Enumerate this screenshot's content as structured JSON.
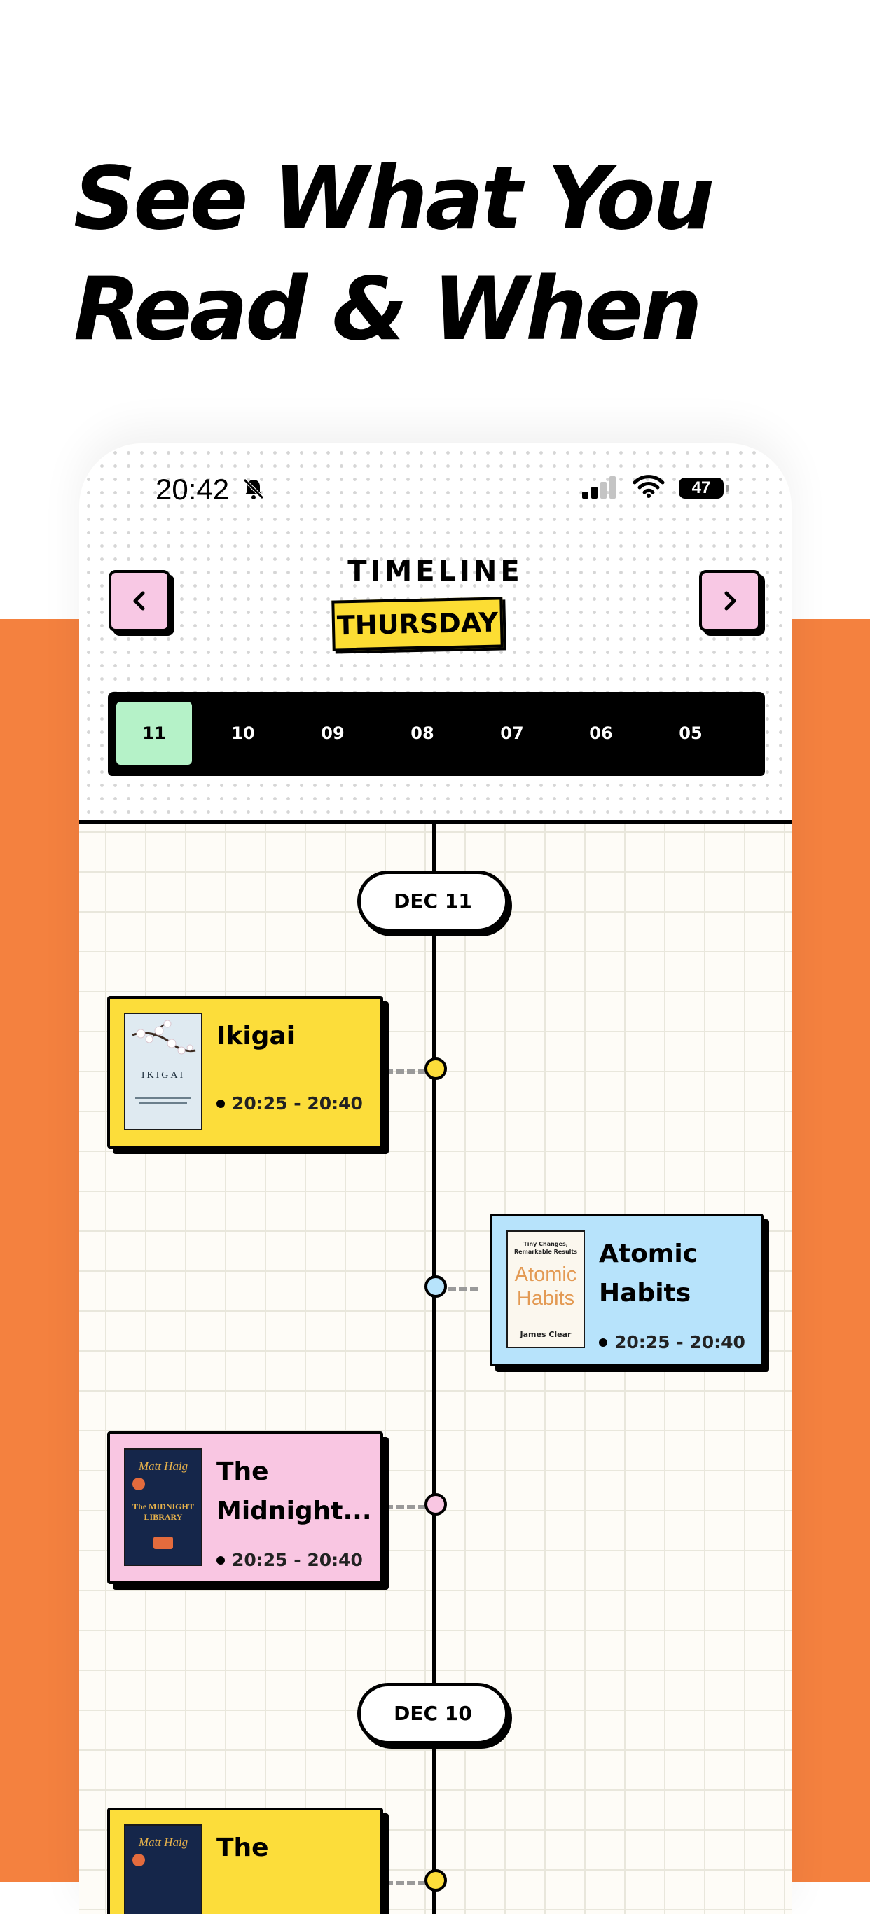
{
  "headline": {
    "line1": "See What You",
    "line2": "Read & When"
  },
  "status_bar": {
    "time": "20:42",
    "battery": "47",
    "icons": [
      "bell-slash-icon",
      "signal-icon",
      "wifi-icon",
      "battery-icon"
    ]
  },
  "header": {
    "title": "TIMELINE",
    "day": "THURSDAY",
    "prev_icon": "chevron-left-icon",
    "next_icon": "chevron-right-icon"
  },
  "date_strip": {
    "selected": "11",
    "dates": [
      "11",
      "10",
      "09",
      "08",
      "07",
      "06",
      "05"
    ]
  },
  "timeline": {
    "groups": [
      {
        "date": "DEC 11",
        "entries": [
          {
            "title": "Ikigai",
            "time": "20:25 - 20:40",
            "color": "#fcdd3a",
            "side": "left",
            "cover": {
              "title": "IKIGAI",
              "bg": "#dfeaf1"
            }
          },
          {
            "title": "Atomic Habits",
            "time": "20:25 - 20:40",
            "color": "#b7e3fb",
            "side": "right",
            "cover": {
              "tagline": "Tiny Changes, Remarkable Results",
              "title_line1": "Atomic",
              "title_line2": "Habits",
              "author": "James Clear",
              "bg": "#fbf7ee"
            }
          },
          {
            "title": "The Midnight...",
            "time": "20:25 - 20:40",
            "color": "#f9c6e2",
            "side": "left",
            "cover": {
              "author": "Matt Haig",
              "title": "The MIDNIGHT LIBRARY",
              "bg": "#15264a"
            }
          }
        ]
      },
      {
        "date": "DEC 10",
        "entries": [
          {
            "title": "The",
            "color": "#fcdd3a",
            "side": "left",
            "cover": {
              "author": "Matt Haig",
              "bg": "#15264a"
            }
          }
        ]
      }
    ]
  },
  "colors": {
    "accent_orange": "#f4813f",
    "yellow": "#fcdd33",
    "pink": "#f8c8e4",
    "green": "#b5f2c8",
    "blue": "#b7e3fb"
  }
}
